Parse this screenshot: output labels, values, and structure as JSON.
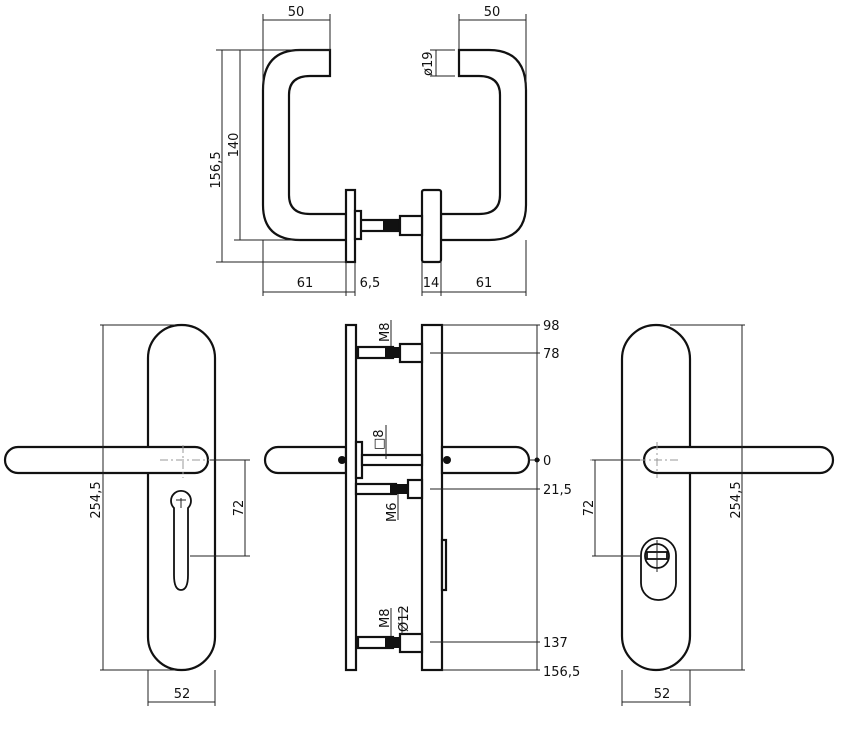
{
  "top_view": {
    "width_left": "50",
    "width_right": "50",
    "diameter": "ø19",
    "height_total": "156,5",
    "height_inner": "140",
    "projection_left": "61",
    "rose_left": "6,5",
    "rose_right": "14",
    "projection_right": "61"
  },
  "front_left": {
    "plate_height": "254,5",
    "center_distance": "72",
    "plate_width": "52"
  },
  "side_view": {
    "thread_top": "M8",
    "spindle": "□8",
    "thread_mid": "M6",
    "thread_bottom": "M8",
    "bush_diameter": "Ø12",
    "levels": [
      "98",
      "78",
      "0",
      "21,5",
      "137",
      "156,5"
    ]
  },
  "front_right": {
    "plate_height": "254,5",
    "center_distance": "72",
    "plate_width": "52"
  }
}
